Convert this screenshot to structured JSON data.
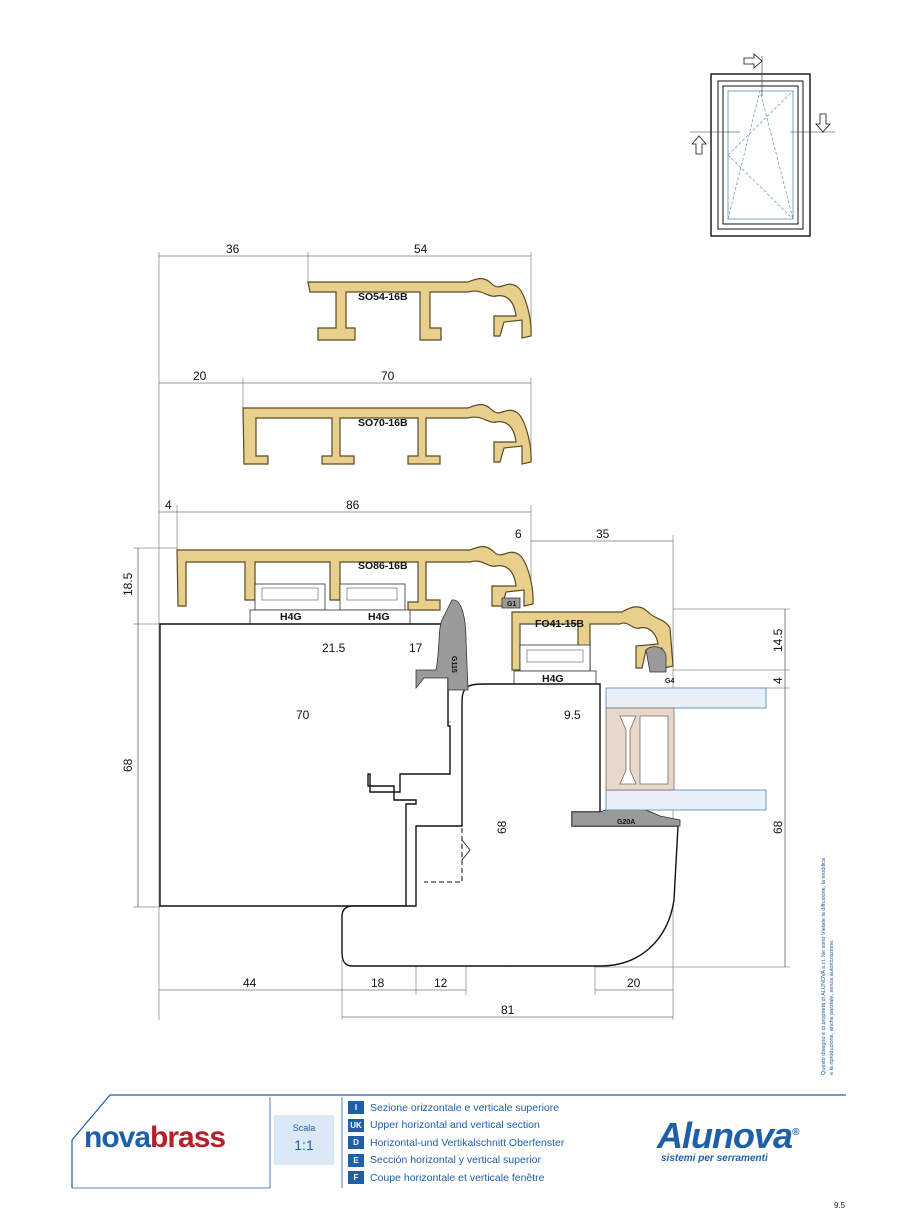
{
  "drawing": {
    "profiles": {
      "so54": "SO54-16B",
      "so70": "SO70-16B",
      "so86": "SO86-16B",
      "fo41": "FO41-15B"
    },
    "gaskets": {
      "h4g_a": "H4G",
      "h4g_b": "H4G",
      "h4g_c": "H4G",
      "g1": "G1",
      "g115": "G115",
      "g4": "G4",
      "g20a": "G20A"
    },
    "dimensions": {
      "d36": "36",
      "d54": "54",
      "d20": "20",
      "d70a": "70",
      "d4a": "4",
      "d86": "86",
      "d6": "6",
      "d35": "35",
      "d18_5": "18.5",
      "d14_5": "14.5",
      "d4b": "4",
      "d21_5": "21.5",
      "d17": "17",
      "d70b": "70",
      "d9_5": "9.5",
      "d68a": "68",
      "d68b": "68",
      "d68c": "68",
      "d44": "44",
      "d18": "18",
      "d12": "12",
      "d20b": "20",
      "d81": "81"
    }
  },
  "legal_note": "Questo disegno è di proprietà di ALUNOVA s.r.l. Ne sono Vietate la diffusione, la modifica e la riproduzione, anche parziale, senza autorizzazione.",
  "footer": {
    "brand_left_a": "nova",
    "brand_left_b": "brass",
    "scale_label": "Scala",
    "scale_value": "1:1",
    "languages": [
      {
        "code": "I",
        "text": "Sezione orizzontale e verticale superiore"
      },
      {
        "code": "UK",
        "text": "Upper horizontal and vertical section"
      },
      {
        "code": "D",
        "text": "Horizontal-und Vertikalschnitt Oberfenster"
      },
      {
        "code": "E",
        "text": "Sección horizontal y vertical superior"
      },
      {
        "code": "F",
        "text": "Coupe horizontale et verticale fenêtre"
      }
    ],
    "brand_right": "Alunova",
    "brand_right_sub": "sistemi per serramenti",
    "reg_mark": "®"
  },
  "page_number": "9.5",
  "colors": {
    "profile_gold": "#e8cf8c",
    "brand_blue": "#1f5fa8",
    "brand_red": "#b5202a",
    "glass_blue": "#5d8fc0"
  }
}
